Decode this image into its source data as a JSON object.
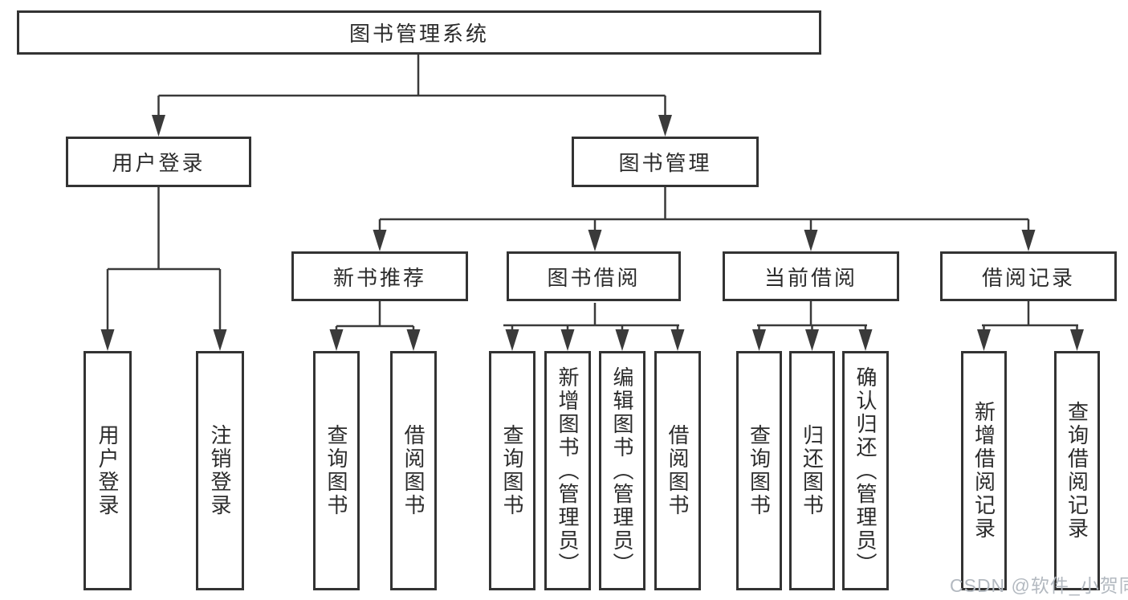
{
  "diagram": {
    "title": "图书管理系统",
    "children": [
      {
        "label": "用户登录",
        "children": [
          {
            "label": "用户登录"
          },
          {
            "label": "注销登录"
          }
        ]
      },
      {
        "label": "图书管理",
        "children": [
          {
            "label": "新书推荐",
            "children": [
              {
                "label": "查询图书"
              },
              {
                "label": "借阅图书"
              }
            ]
          },
          {
            "label": "图书借阅",
            "children": [
              {
                "label": "查询图书"
              },
              {
                "label": "新增图书（管理员）"
              },
              {
                "label": "编辑图书（管理员）"
              },
              {
                "label": "借阅图书"
              }
            ]
          },
          {
            "label": "当前借阅",
            "children": [
              {
                "label": "查询图书"
              },
              {
                "label": "归还图书"
              },
              {
                "label": "确认归还（管理员）"
              }
            ]
          },
          {
            "label": "借阅记录",
            "children": [
              {
                "label": "新增借阅记录"
              },
              {
                "label": "查询借阅记录"
              }
            ]
          }
        ]
      }
    ]
  },
  "watermark": {
    "text": "CSDN @软件_小贺同学"
  },
  "colors": {
    "line": "#3a3a3a",
    "box_border": "#333333",
    "text": "#2c2c2c",
    "watermark": "#b3b9c0",
    "background": "#ffffff"
  }
}
